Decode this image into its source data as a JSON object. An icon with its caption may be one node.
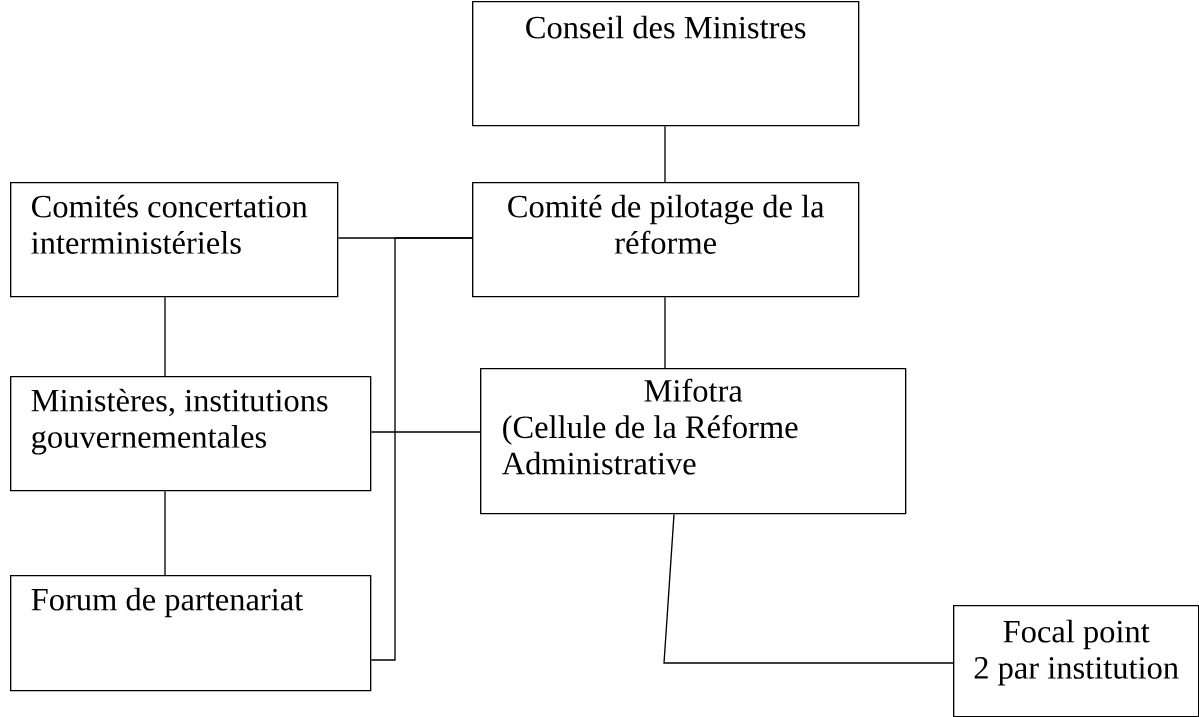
{
  "diagram": {
    "nodes": [
      {
        "text": [
          "Conseil des Ministres"
        ]
      },
      {
        "text": [
          "Comités concertation interministériels"
        ]
      },
      {
        "text": [
          "Comité de pilotage de la réforme"
        ]
      },
      {
        "text": [
          "Ministères, institutions gouvernementales"
        ]
      },
      {
        "text": [
          "Mifotra",
          "(Cellule de la Réforme Administrative"
        ]
      },
      {
        "text": [
          "Forum de partenariat"
        ]
      },
      {
        "text": [
          "Focal point",
          "2 par institution"
        ]
      }
    ],
    "edges": [
      {
        "from": 0,
        "to": 2,
        "arrow": "none"
      },
      {
        "from": 1,
        "to": 2,
        "arrow": "none"
      },
      {
        "from": 5,
        "to": 2,
        "arrow": "none"
      },
      {
        "from": 1,
        "to": 3,
        "arrow": "none"
      },
      {
        "from": 3,
        "to": 5,
        "arrow": "none"
      },
      {
        "from": 2,
        "to": 4,
        "arrow": "none"
      },
      {
        "from": 3,
        "to": 4,
        "arrow": "none"
      },
      {
        "from": 4,
        "to": 6,
        "arrow": "none"
      }
    ]
  }
}
